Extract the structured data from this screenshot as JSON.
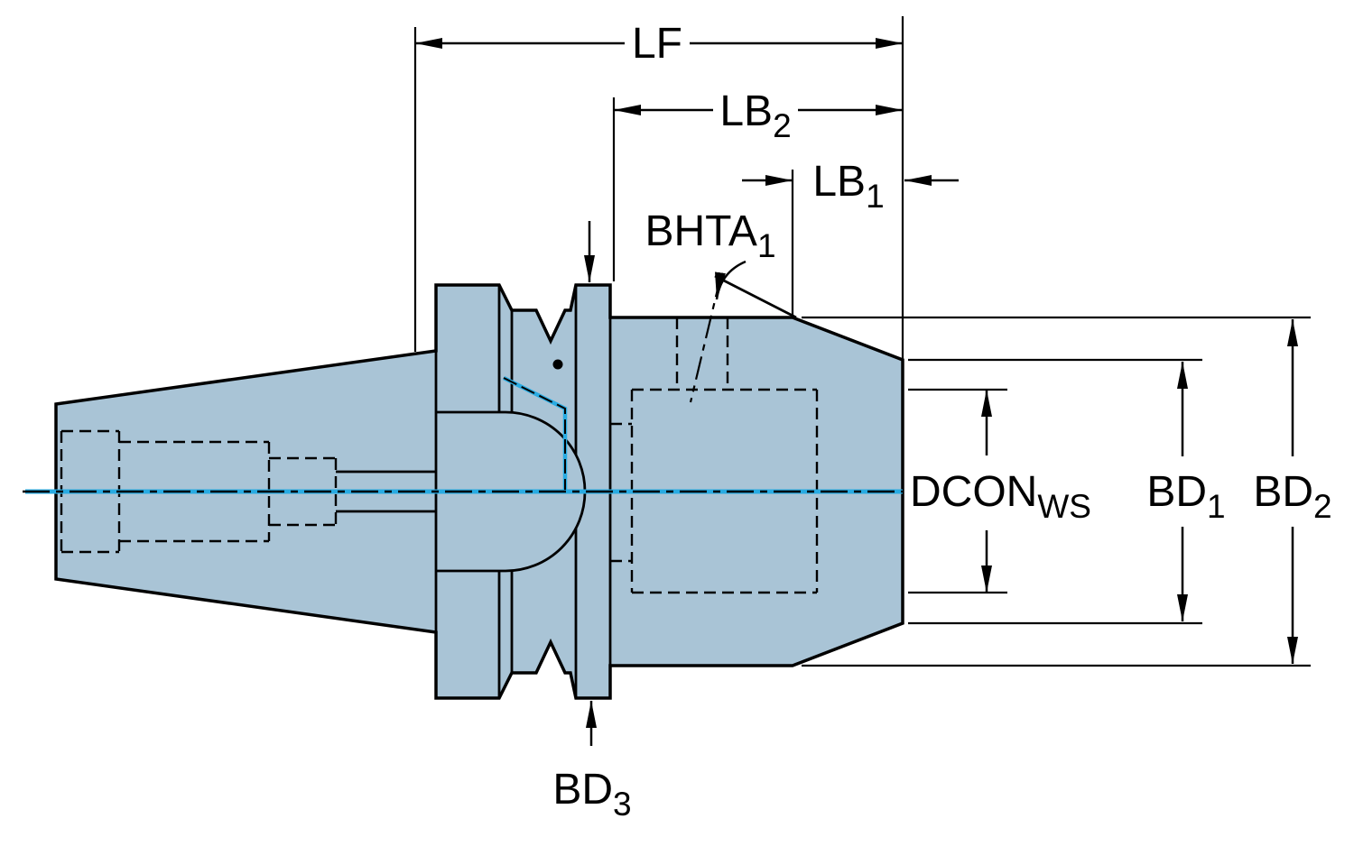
{
  "colors": {
    "body_fill": "#a9c4d6",
    "outline": "#000000",
    "centerline_blue": "#29abe2",
    "background": "#ffffff"
  },
  "labels": {
    "lf": {
      "main": "LF",
      "sub": ""
    },
    "lb2": {
      "main": "LB",
      "sub": "2"
    },
    "lb1": {
      "main": "LB",
      "sub": "1"
    },
    "bhta1": {
      "main": "BHTA",
      "sub": "1"
    },
    "dcon": {
      "main": "DCON",
      "sub": "WS"
    },
    "bd1": {
      "main": "BD",
      "sub": "1"
    },
    "bd2": {
      "main": "BD",
      "sub": "2"
    },
    "bd3": {
      "main": "BD",
      "sub": "3"
    }
  }
}
